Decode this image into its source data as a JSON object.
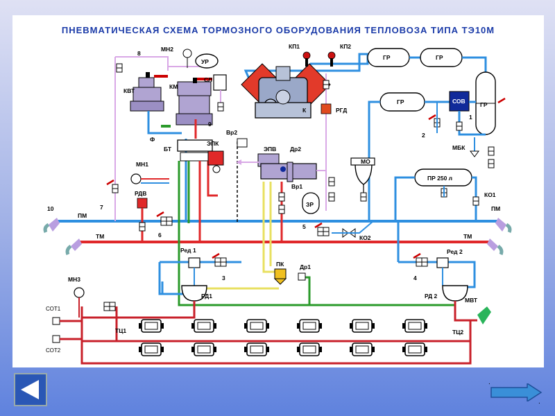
{
  "title": "ПНЕВМАТИЧЕСКАЯ СХЕМА ТОРМОЗНОГО ОБОРУДОВАНИЯ ТЕПЛОВОЗА ТИПА ТЭ10М",
  "colors": {
    "supply_line": "#2e8fe0",
    "brake_line": "#e0282a",
    "control_line": "#d9a8e6",
    "cylinder_line": "#c8202a",
    "green_line": "#2a9a2a",
    "yellow_line": "#e8e060",
    "title": "#1a3aa8",
    "background": "#ffffff"
  },
  "labels": {
    "l8": "8",
    "mn2": "МН2",
    "ur": "УР",
    "kvt": "КВТ",
    "km": "КМ",
    "sl": "СЛ",
    "kp1": "КП1",
    "kp2": "КП2",
    "k": "К",
    "rgd": "РГД",
    "gr1": "ГР",
    "gr2": "ГР",
    "gr3": "ГР",
    "gr_v": "ГР",
    "sov": "СОВ",
    "n1": "1",
    "n2": "2",
    "mbk": "МБК",
    "l9": "9",
    "phi": "Ф",
    "bt": "БТ",
    "epk": "ЭПК",
    "vr2": "Вр2",
    "epv": "ЭПВ",
    "dr2": "Др2",
    "vr1": "Вр1",
    "mo": "МО",
    "mn1": "МН1",
    "rdv": "РДВ",
    "zr": "ЗР",
    "pr250": "ПР 250 л",
    "ko1": "КО1",
    "l10": "10",
    "n7": "7",
    "pm_left": "ПМ",
    "pm_right": "ПМ",
    "n6": "6",
    "n5": "5",
    "ko2": "КО2",
    "tm_left": "ТМ",
    "tm_right": "ТМ",
    "red1": "Ред 1",
    "red2": "Ред 2",
    "n3": "3",
    "n4": "4",
    "pk": "ПК",
    "dr1": "Др1",
    "mn3": "МН3",
    "rd1": "РД1",
    "rd2": "РД 2",
    "mvt": "МВТ",
    "sot1": "СОТ1",
    "sot2": "СОТ2",
    "tc1": "ТЦ1",
    "tc2": "ТЦ2"
  },
  "nav": {
    "back_icon": "left-arrow-icon",
    "next_icon": "right-arrow-icon"
  }
}
